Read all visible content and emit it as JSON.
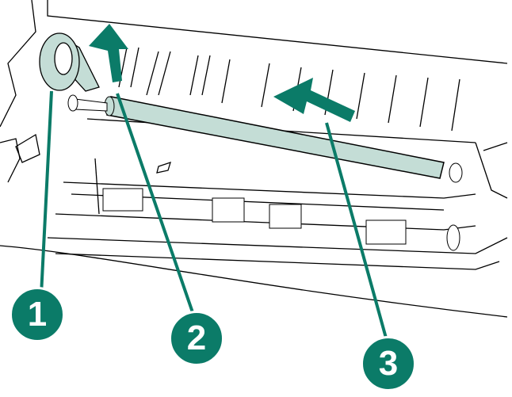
{
  "colors": {
    "accent": "#0b7b68",
    "part": "#c4ddd6",
    "line": "#000000"
  },
  "callouts": [
    {
      "label": "1",
      "target": "lever"
    },
    {
      "label": "2",
      "target": "lift-direction-arrow"
    },
    {
      "label": "3",
      "target": "slide-direction-arrow"
    }
  ]
}
